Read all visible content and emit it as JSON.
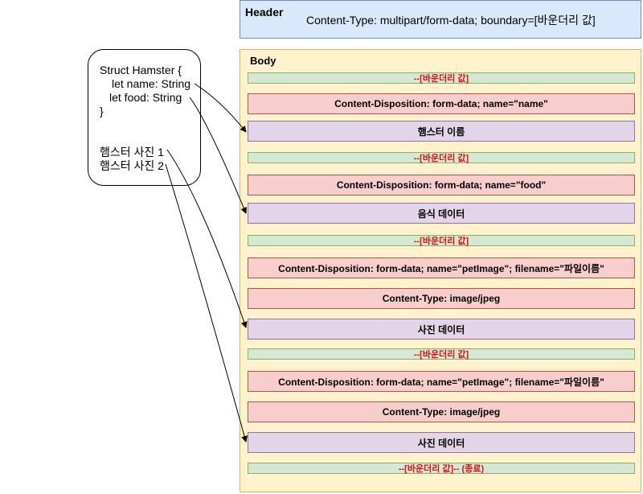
{
  "header": {
    "title": "Header",
    "content_type": "Content-Type: multipart/form-data; boundary=[바운더리 값]"
  },
  "body": {
    "title": "Body",
    "rows": [
      {
        "kind": "boundary",
        "text": "--[바운더리 값]"
      },
      {
        "kind": "disp",
        "text": "Content-Disposition: form-data; name=\"name\""
      },
      {
        "kind": "data",
        "text": "햄스터 이름"
      },
      {
        "kind": "boundary",
        "text": "--[바운더리 값]"
      },
      {
        "kind": "disp",
        "text": "Content-Disposition: form-data; name=\"food\""
      },
      {
        "kind": "data",
        "text": "음식 데이터"
      },
      {
        "kind": "boundary",
        "text": "--[바운더리 값]"
      },
      {
        "kind": "disp",
        "text": "Content-Disposition: form-data; name=\"petImage\"; filename=\"파일이름\""
      },
      {
        "kind": "disp",
        "text": "Content-Type: image/jpeg"
      },
      {
        "kind": "data",
        "text": "사진 데이터"
      },
      {
        "kind": "boundary",
        "text": "--[바운더리 값]"
      },
      {
        "kind": "disp",
        "text": "Content-Disposition: form-data; name=\"petImage\"; filename=\"파일이름\""
      },
      {
        "kind": "disp",
        "text": "Content-Type: image/jpeg"
      },
      {
        "kind": "data",
        "text": "사진 데이터"
      },
      {
        "kind": "boundary",
        "text": "--[바운더리 값]-- (종료)"
      }
    ]
  },
  "struct": {
    "line1": "Struct Hamster {",
    "line2": "let name: String",
    "line3": "let food: String",
    "line4": "}",
    "photo1": "햄스터 사진 1",
    "photo2": "햄스터 사진 2"
  },
  "colors": {
    "header_fill": "#dae8fc",
    "body_fill": "#fff2cc",
    "boundary_fill": "#d5e8d4",
    "boundary_text": "#e01010",
    "disposition_fill": "#f8cecc",
    "data_fill": "#e1d5e7"
  }
}
